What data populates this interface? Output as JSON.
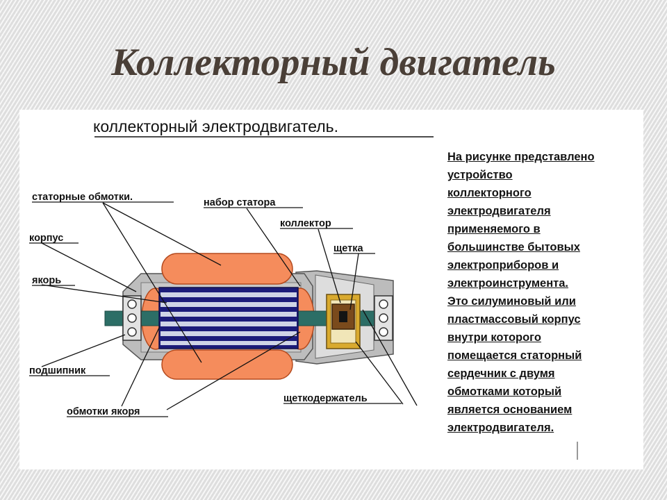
{
  "slide": {
    "title": "Коллекторный двигатель"
  },
  "diagram": {
    "heading": "коллекторный электродвигатель.",
    "labels": {
      "stator_windings": "статорные обмотки.",
      "stator_stack": "набор статора",
      "collector": "коллектор",
      "brush": "щетка",
      "housing": "корпус",
      "armature": "якорь",
      "bearing": "подшипник",
      "armature_windings": "обмотки якоря",
      "brush_holder": "щеткодержатель"
    },
    "colors": {
      "winding": "#f58c5c",
      "winding_edge": "#b44a1e",
      "armature_dark": "#1c1c7a",
      "armature_light": "#cfd4e6",
      "shaft": "#2c6e66",
      "housing": "#bdbdbd",
      "brush_holder": "#d9aa2e",
      "brush": "#7a4a1c"
    }
  },
  "description": {
    "lines": [
      "На рисунке представлено",
      "устройство",
      "коллекторного",
      "электродвигателя",
      "применяемого в",
      "большинстве бытовых",
      "электроприборов и",
      "электроинструмента.",
      "Это силуминовый или",
      "пластмассовый корпус",
      "внутри которого",
      "помещается статорный",
      "сердечник с двумя",
      "обмотками  который",
      "является основанием",
      "электродвигателя."
    ]
  }
}
